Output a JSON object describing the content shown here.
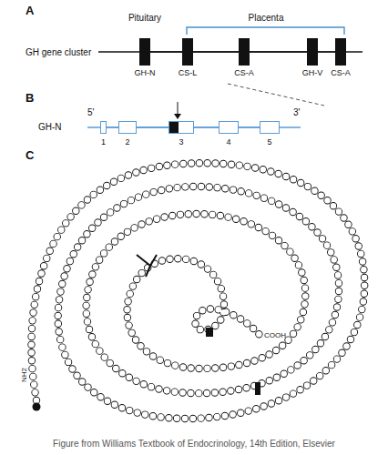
{
  "diagram": {
    "caption": "Figure from Williams Textbook of Endocrinology, 14th Edition, Elsevier",
    "nodes": [
      {
        "text": [
          "GH-N"
        ]
      },
      {
        "text": [
          "CS-L"
        ]
      },
      {
        "text": [
          "CS-A"
        ]
      },
      {
        "text": [
          "GH-V"
        ]
      },
      {
        "text": [
          "CS-A"
        ]
      },
      {
        "text": [
          "1"
        ]
      },
      {
        "text": [
          "2"
        ]
      },
      {
        "text": [
          "3"
        ]
      },
      {
        "text": [
          "4"
        ]
      },
      {
        "text": [
          "5"
        ]
      }
    ],
    "edges": [
      {
        "from": 0,
        "to": 1,
        "arrow": "none"
      },
      {
        "from": 1,
        "to": 2,
        "arrow": "none"
      },
      {
        "from": 2,
        "to": 3,
        "arrow": "none"
      },
      {
        "from": 3,
        "to": 4,
        "arrow": "none"
      },
      {
        "from": 5,
        "to": 6,
        "arrow": "none"
      },
      {
        "from": 6,
        "to": 7,
        "arrow": "none"
      },
      {
        "from": 7,
        "to": 8,
        "arrow": "none"
      },
      {
        "from": 8,
        "to": 9,
        "arrow": "none"
      }
    ],
    "labels": [
      "A",
      "Pituitary",
      "Placenta",
      "GH gene cluster",
      "B",
      "GH-N",
      "5'",
      "3'",
      "C",
      "NH2",
      "COOH"
    ]
  }
}
